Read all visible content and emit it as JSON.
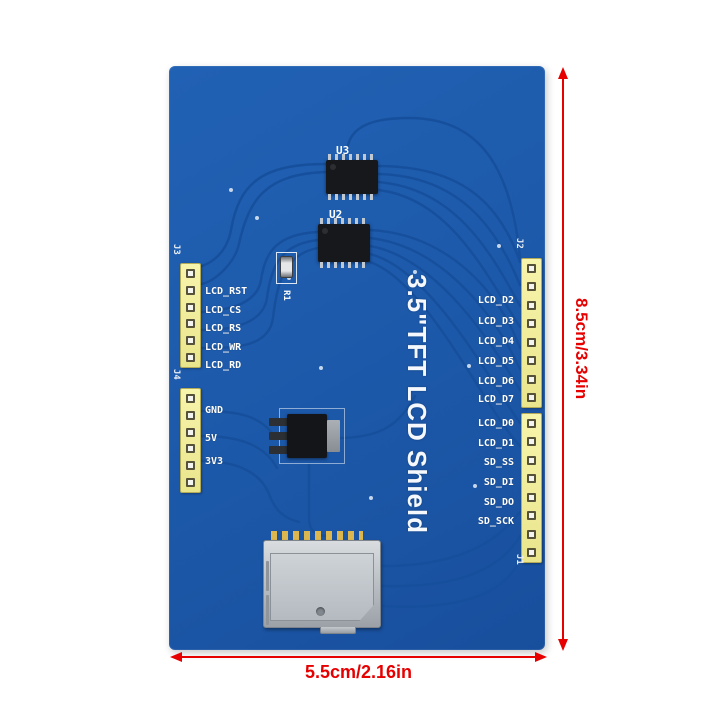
{
  "board": {
    "title": "3.5\"TFT LCD Shield",
    "connectors": {
      "j3": {
        "name": "J3",
        "labels": [
          "LCD_RST",
          "LCD_CS",
          "LCD_RS",
          "LCD_WR",
          "LCD_RD"
        ]
      },
      "j4": {
        "name": "J4",
        "labels": [
          "GND",
          "5V",
          "3V3"
        ]
      },
      "j2": {
        "name": "J2",
        "labels": [
          "LCD_D2",
          "LCD_D3",
          "LCD_D4",
          "LCD_D5",
          "LCD_D6",
          "LCD_D7"
        ]
      },
      "j1": {
        "name": "J1",
        "labels": [
          "LCD_D0",
          "LCD_D1",
          "SD_SS",
          "SD_DI",
          "SD_DO",
          "SD_SCK"
        ]
      }
    },
    "components": {
      "u3": "U3",
      "u2": "U2",
      "r1": "R1"
    }
  },
  "dimensions": {
    "height_label": "8.5cm/3.34in",
    "width_label": "5.5cm/2.16in"
  },
  "colors": {
    "pcb": "#1d5aab",
    "trace": "#164f9c",
    "header_yellow": "#f0eda0",
    "annotation_red": "#e60000"
  }
}
